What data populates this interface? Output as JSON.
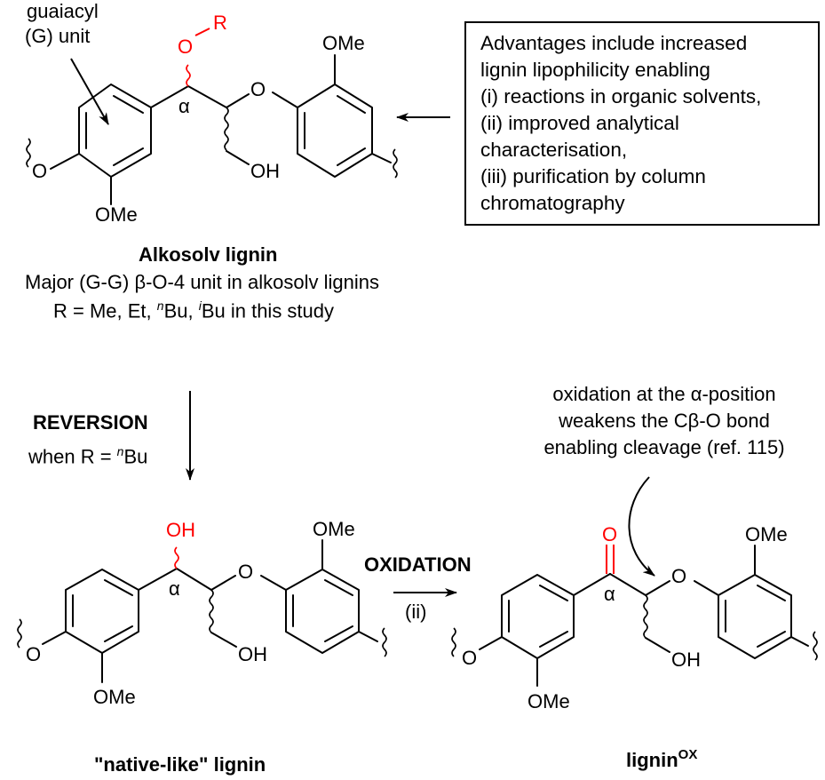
{
  "colors": {
    "highlight": "#ff0000",
    "ink": "#000000",
    "background": "#ffffff"
  },
  "top_structure": {
    "name": "Alkosolv lignin",
    "callout": [
      "guaiacyl",
      "(G) unit"
    ],
    "labels": {
      "alpha": "α",
      "ome_ring1": "OMe",
      "ome_ring2": "OMe",
      "o_link_left": "O",
      "o_ether": "O",
      "oh": "OH",
      "o_r": "O",
      "r": "R"
    },
    "caption_title": "Alkosolv lignin",
    "caption_line1": "Major (G-G) β-O-4 unit in alkosolv lignins",
    "caption_line2_pre": "R = Me, Et, ",
    "caption_line2_n": "n",
    "caption_line2_mid": "Bu, ",
    "caption_line2_i": "i",
    "caption_line2_post": "Bu in this study"
  },
  "advantages_box": {
    "lines": [
      "Advantages include increased",
      "lignin lipophilicity enabling",
      "(i) reactions in organic solvents,",
      "(ii) improved analytical",
      "characterisation,",
      "(iii) purification by column",
      "chromatography"
    ]
  },
  "reversion": {
    "label": "REVERSION",
    "condition_pre": "when R = ",
    "condition_sup": "n",
    "condition_post": "Bu"
  },
  "native_structure": {
    "labels": {
      "oh_red": "OH",
      "alpha": "α",
      "ome_top": "OMe",
      "ome_bottom": "OMe",
      "o_left": "O",
      "o_ether": "O",
      "oh": "OH"
    },
    "caption": "\"native-like\" lignin"
  },
  "oxidation": {
    "label": "OXIDATION",
    "condition": "(ii)"
  },
  "oxidation_note": {
    "lines": [
      "oxidation at the α-position",
      "weakens the Cβ-O bond",
      "enabling cleavage (ref. 115)"
    ]
  },
  "ox_structure": {
    "labels": {
      "o_red": "O",
      "alpha": "α",
      "ome_top": "OMe",
      "ome_bottom": "OMe",
      "o_left": "O",
      "o_ether": "O",
      "oh": "OH"
    },
    "caption_main": "lignin",
    "caption_sup": "OX"
  }
}
